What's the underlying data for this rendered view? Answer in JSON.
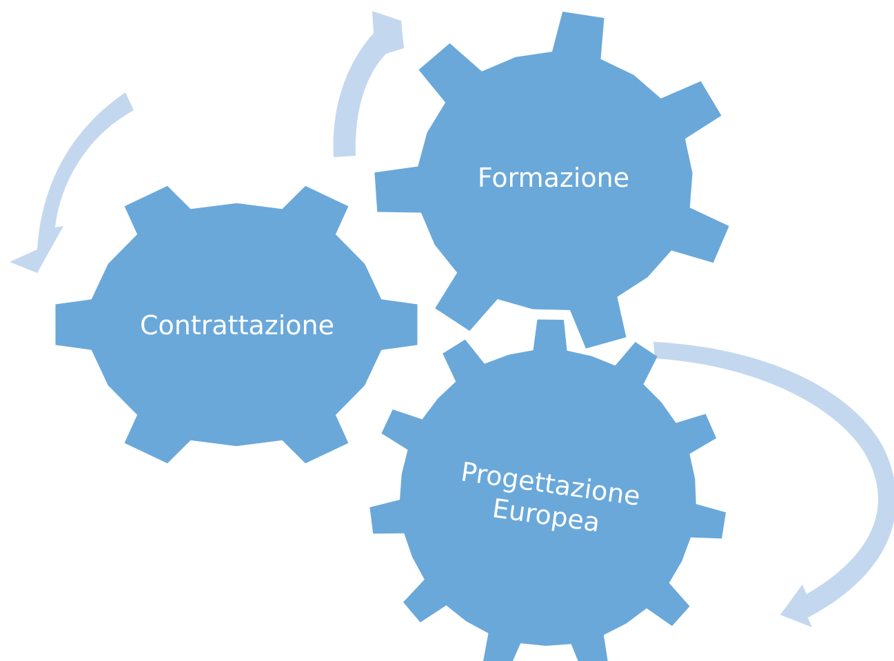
{
  "colors": {
    "gear_fill": "#6aa8da",
    "arrow_fill": "#c3d8ee",
    "label_text": "#ffffff",
    "background": "#ffffff"
  },
  "gears": [
    {
      "id": "contrattazione",
      "label": "Contrattazione"
    },
    {
      "id": "formazione",
      "label": "Formazione"
    },
    {
      "id": "progettazione",
      "label_line1": "Progettazione",
      "label_line2": "Europea"
    }
  ],
  "arrows": [
    {
      "id": "arrow-left",
      "icon": "curved-arrow-icon"
    },
    {
      "id": "arrow-top",
      "icon": "curved-arrow-icon"
    },
    {
      "id": "arrow-right",
      "icon": "curved-arrow-icon"
    }
  ]
}
